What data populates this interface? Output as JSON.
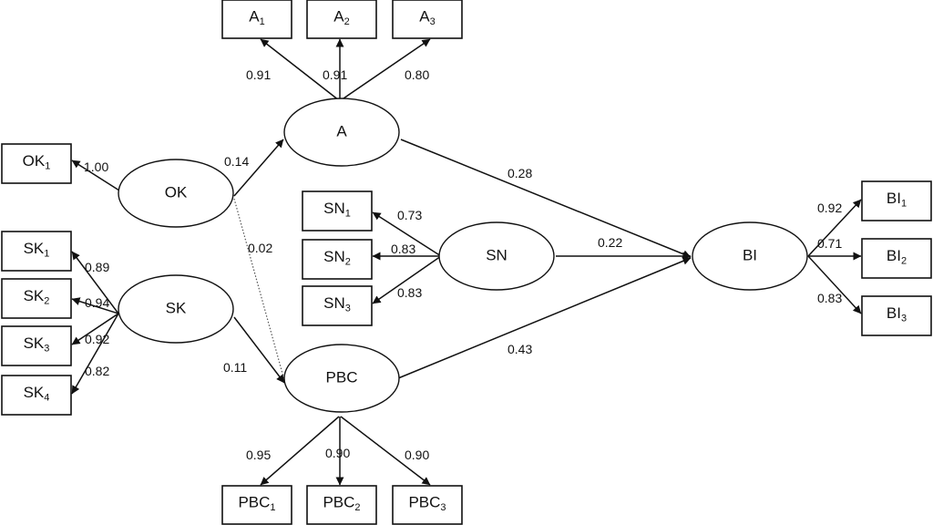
{
  "latent_variables": [
    {
      "id": "A",
      "label": "A"
    },
    {
      "id": "OK",
      "label": "OK"
    },
    {
      "id": "SK",
      "label": "SK"
    },
    {
      "id": "PBC",
      "label": "PBC"
    },
    {
      "id": "SN",
      "label": "SN"
    },
    {
      "id": "BI",
      "label": "BI"
    }
  ],
  "indicators": [
    {
      "id": "A1",
      "base": "A",
      "sub": "1",
      "parent": "A",
      "loading": "0.91"
    },
    {
      "id": "A2",
      "base": "A",
      "sub": "2",
      "parent": "A",
      "loading": "0.91"
    },
    {
      "id": "A3",
      "base": "A",
      "sub": "3",
      "parent": "A",
      "loading": "0.80"
    },
    {
      "id": "OK1",
      "base": "OK",
      "sub": "1",
      "parent": "OK",
      "loading": "1.00"
    },
    {
      "id": "SK1",
      "base": "SK",
      "sub": "1",
      "parent": "SK",
      "loading": "0.89"
    },
    {
      "id": "SK2",
      "base": "SK",
      "sub": "2",
      "parent": "SK",
      "loading": "0.94"
    },
    {
      "id": "SK3",
      "base": "SK",
      "sub": "3",
      "parent": "SK",
      "loading": "0.92"
    },
    {
      "id": "SK4",
      "base": "SK",
      "sub": "4",
      "parent": "SK",
      "loading": "0.82"
    },
    {
      "id": "SN1",
      "base": "SN",
      "sub": "1",
      "parent": "SN",
      "loading": "0.73"
    },
    {
      "id": "SN2",
      "base": "SN",
      "sub": "2",
      "parent": "SN",
      "loading": "0.83"
    },
    {
      "id": "SN3",
      "base": "SN",
      "sub": "3",
      "parent": "SN",
      "loading": "0.83"
    },
    {
      "id": "PBC1",
      "base": "PBC",
      "sub": "1",
      "parent": "PBC",
      "loading": "0.95"
    },
    {
      "id": "PBC2",
      "base": "PBC",
      "sub": "2",
      "parent": "PBC",
      "loading": "0.90"
    },
    {
      "id": "PBC3",
      "base": "PBC",
      "sub": "3",
      "parent": "PBC",
      "loading": "0.90"
    },
    {
      "id": "BI1",
      "base": "BI",
      "sub": "1",
      "parent": "BI",
      "loading": "0.92"
    },
    {
      "id": "BI2",
      "base": "BI",
      "sub": "2",
      "parent": "BI",
      "loading": "0.71"
    },
    {
      "id": "BI3",
      "base": "BI",
      "sub": "3",
      "parent": "BI",
      "loading": "0.83"
    }
  ],
  "structural_paths": [
    {
      "from": "OK",
      "to": "A",
      "coef": "0.14",
      "style": "solid"
    },
    {
      "from": "OK",
      "to": "PBC",
      "coef": "0.02",
      "style": "dotted"
    },
    {
      "from": "SK",
      "to": "PBC",
      "coef": "0.11",
      "style": "solid"
    },
    {
      "from": "A",
      "to": "BI",
      "coef": "0.28",
      "style": "solid"
    },
    {
      "from": "SN",
      "to": "BI",
      "coef": "0.22",
      "style": "solid"
    },
    {
      "from": "PBC",
      "to": "BI",
      "coef": "0.43",
      "style": "solid"
    }
  ],
  "colors": {
    "line": "#111111",
    "dotted_line": "#555555",
    "background": "#ffffff"
  }
}
